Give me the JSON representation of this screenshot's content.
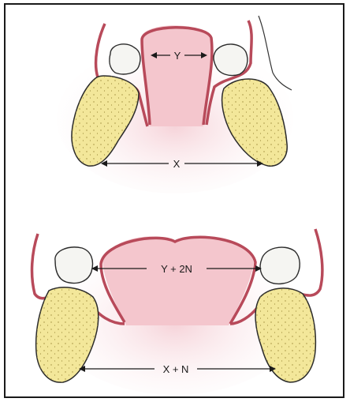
{
  "figure": {
    "top_panel": {
      "width_upper_label": "Y",
      "width_lower_label": "X"
    },
    "bottom_panel": {
      "width_upper_label": "Y + 2N",
      "width_lower_label": "X + N"
    }
  },
  "colors": {
    "gum_outline": "#b84a5a",
    "gum_fill": "#f3c9cf",
    "palate_fill": "#f6d5da",
    "bone_fill": "#f3e79a",
    "bone_outline": "#2b2b2b",
    "tooth_fill": "#f5f5f2",
    "line": "#1a1a1a"
  }
}
